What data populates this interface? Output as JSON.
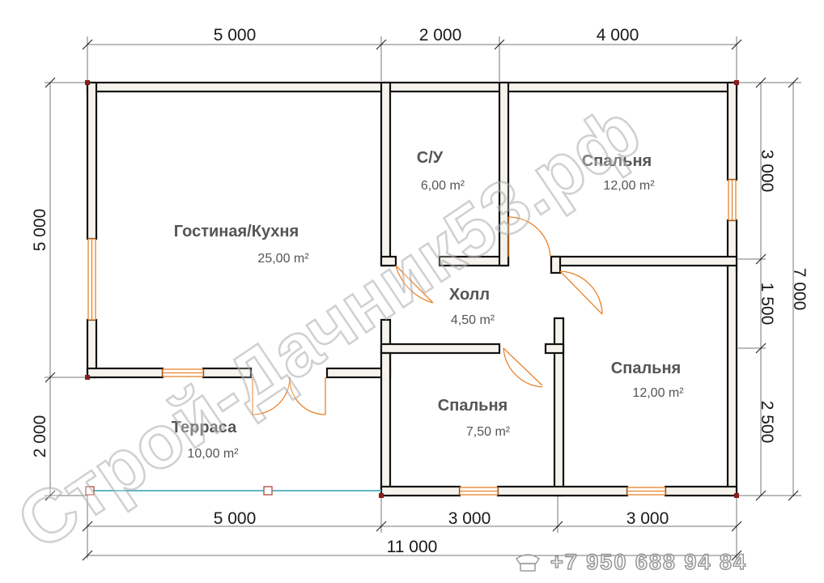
{
  "dimensions": {
    "top": [
      "5 000",
      "2 000",
      "4 000"
    ],
    "bottom": [
      "5 000",
      "3 000",
      "3 000"
    ],
    "total": "11 000",
    "left": [
      "5 000",
      "2 000"
    ],
    "right": [
      "3 000",
      "1 500",
      "2 500"
    ],
    "right_total": "7 000"
  },
  "rooms": {
    "living": {
      "name": "Гостиная/Кухня",
      "area": "25,00 m²"
    },
    "bath": {
      "name": "С/У",
      "area": "6,00 m²"
    },
    "bedroom_top": {
      "name": "Спальня",
      "area": "12,00 m²"
    },
    "hall": {
      "name": "Холл",
      "area": "4,50 m²"
    },
    "bedroom_right": {
      "name": "Спальня",
      "area": "12,00 m²"
    },
    "bedroom_small": {
      "name": "Спальня",
      "area": "7,50 m²"
    },
    "terrace": {
      "name": "Терраса",
      "area": "10,00 m²"
    }
  },
  "watermark": "Строй-Дачник53.рф",
  "phone": "+7 950 688 94 84",
  "colors": {
    "wall_fill": "#f5f3ec",
    "wall_stroke": "#111111",
    "door": "#e8832a",
    "window": "#e8832a",
    "terrace_rail": "#5fb9c4"
  }
}
